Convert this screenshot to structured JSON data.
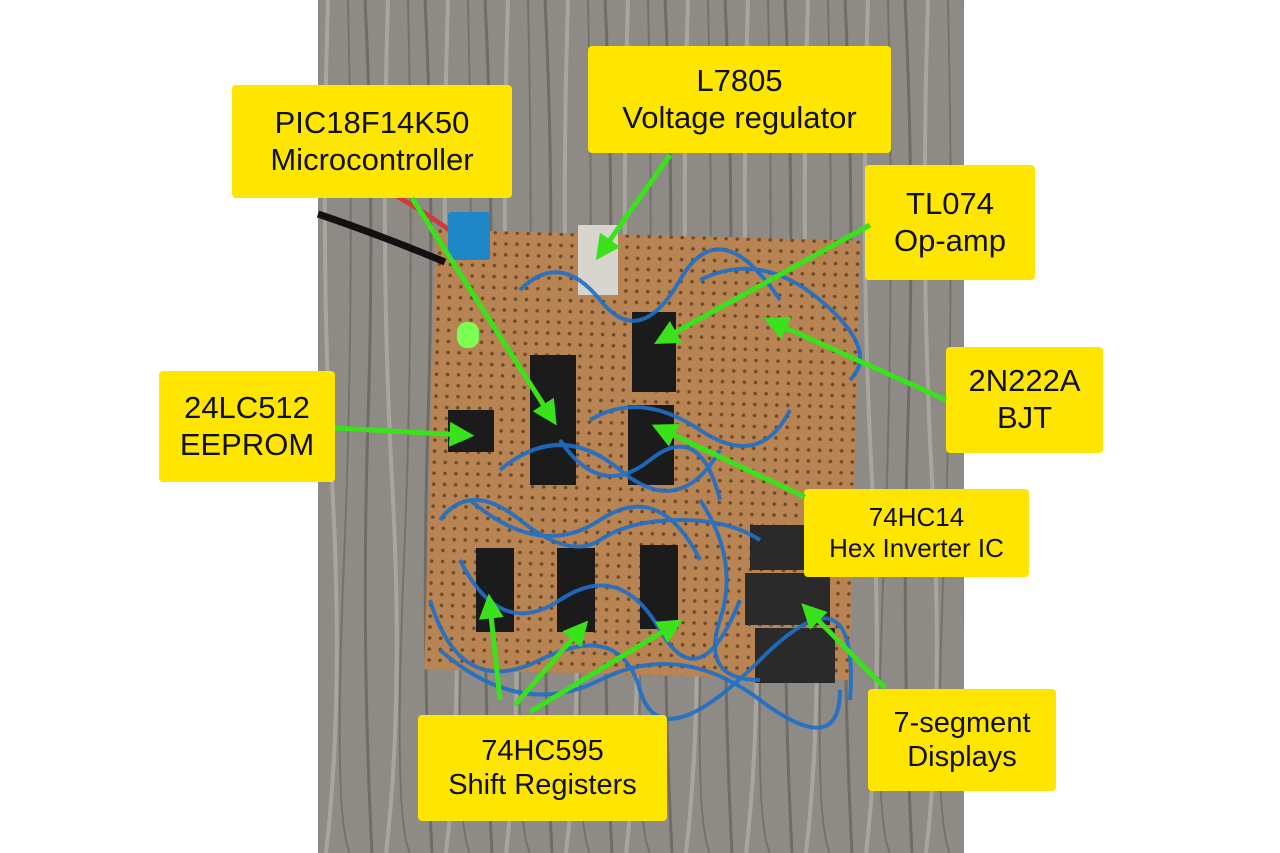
{
  "labels": [
    {
      "id": "l7805",
      "line1": "L7805",
      "line2": "Voltage regulator"
    },
    {
      "id": "pic",
      "line1": "PIC18F14K50",
      "line2": "Microcontroller"
    },
    {
      "id": "tl074",
      "line1": "TL074",
      "line2": "Op-amp"
    },
    {
      "id": "bjt",
      "line1": "2N222A",
      "line2": "BJT"
    },
    {
      "id": "eeprom",
      "line1": "24LC512",
      "line2": "EEPROM"
    },
    {
      "id": "hc14",
      "line1": "74HC14",
      "line2": "Hex Inverter IC"
    },
    {
      "id": "hc595",
      "line1": "74HC595",
      "line2": "Shift Registers"
    },
    {
      "id": "seg",
      "line1": "7-segment",
      "line2": "Displays"
    }
  ],
  "colors": {
    "label_bg": "#ffe600",
    "arrow": "#39e21b",
    "wood": "#8a8682",
    "board": "#b98654",
    "wire": "#1f6fc8"
  }
}
